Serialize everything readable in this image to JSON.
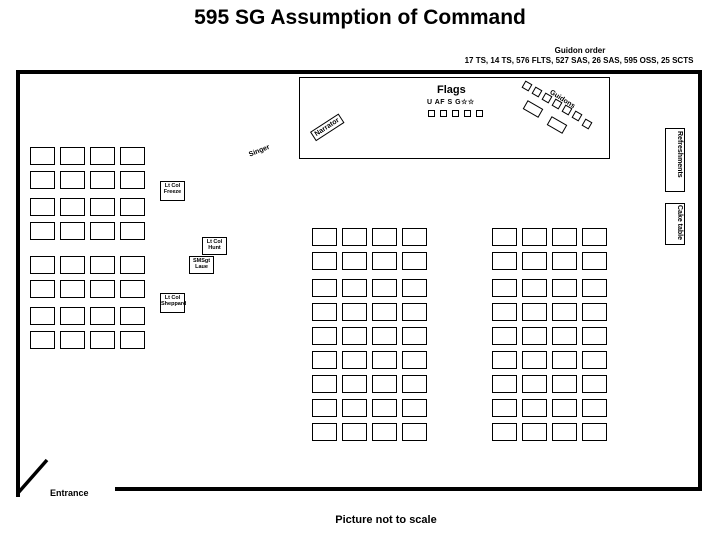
{
  "title": "595 SG Assumption of Command",
  "guidon_order": {
    "heading": "Guidon order",
    "list": "17 TS, 14 TS, 576 FLTS, 527 SAS, 26 SAS, 595 OSS, 25 SCTS"
  },
  "stage": {
    "flags_label": "Flags",
    "flag_letters": "U  AF  S  G☆☆",
    "guidons_label": "Guidons",
    "narrator_label": "Narrator"
  },
  "singer_label": "Singer",
  "side_tables": {
    "refreshments": "Refreshments",
    "cake_table": "Cake table"
  },
  "officials": [
    {
      "line1": "Lt  Col",
      "line2": "Freeze"
    },
    {
      "line1": "Lt Col",
      "line2": "Hunt"
    },
    {
      "line1": "SMSgt",
      "line2": "Laue"
    },
    {
      "line1": "Lt  Col",
      "line2": "Sheppard"
    }
  ],
  "entrance_label": "Entrance",
  "footnote": "Picture not to scale"
}
